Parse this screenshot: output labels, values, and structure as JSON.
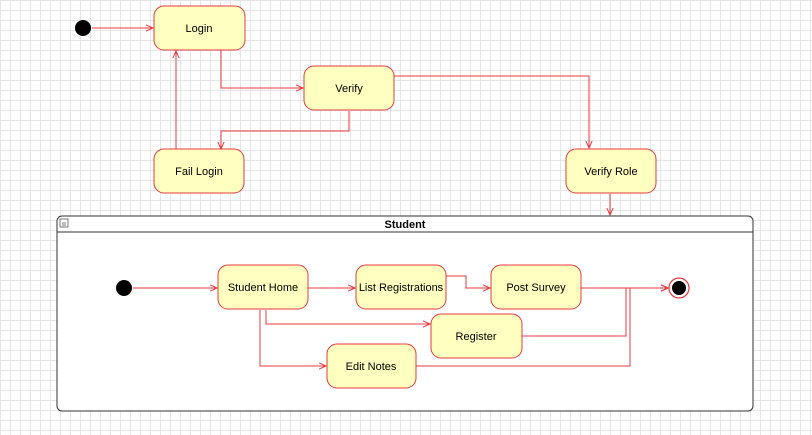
{
  "diagram": {
    "colors": {
      "state_fill": "#ffffc0",
      "state_stroke": "#e8383d",
      "edge": "#e8383d",
      "initial": "#000000",
      "final_ring": "#e8383d",
      "composite_stroke": "#333333"
    },
    "states": {
      "login": "Login",
      "verify": "Verify",
      "fail_login": "Fail Login",
      "verify_role": "Verify Role",
      "student_home": "Student Home",
      "list_registrations": "List Registrations",
      "post_survey": "Post Survey",
      "register": "Register",
      "edit_notes": "Edit Notes"
    },
    "composite": {
      "title": "Student"
    }
  }
}
